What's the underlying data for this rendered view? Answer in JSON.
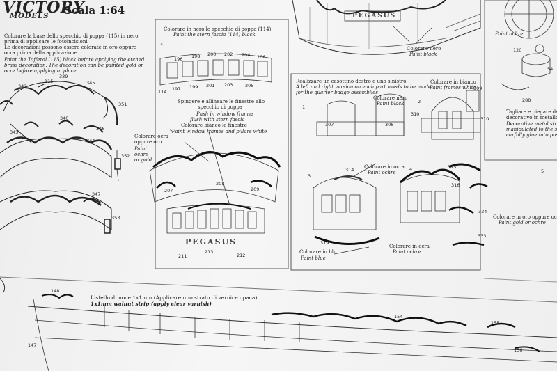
{
  "header": {
    "brand": "VICTORY",
    "brand_sub": "MODELS",
    "scale": "Scala 1:64"
  },
  "left_panel": {
    "instructions": [
      "Colorare la base dello specchio di poppa (115) in nero",
      "prima di applicare le fotoincisioni",
      "Le decorazioni possono essere colorate in oro oppure",
      "ocra prima della applicazione.",
      "Paint the Tafferal (115) black before applying the etched",
      "brass decoration. The decoration can be painted gold or",
      "ocre before applying in place."
    ],
    "numbers": [
      "115",
      "339",
      "342",
      "345",
      "351",
      "340",
      "343",
      "346",
      "344",
      "352",
      "347",
      "353"
    ]
  },
  "middle_panel": {
    "step4_num": "4",
    "step4_it": "Colorare in nero lo specchio di poppa (114)",
    "step4_en": "Paint the stern fascia (114) black",
    "window_numbers_top": [
      "196",
      "198",
      "200",
      "202",
      "204",
      "206"
    ],
    "window_numbers_bottom": [
      "114",
      "197",
      "199",
      "201",
      "203",
      "205"
    ],
    "push_it_1": "Spingere e allineare le finestre allo",
    "push_it_2": "specchio di poppa",
    "push_en_1": "Push in window frames",
    "push_en_2": "flush with stern fascia",
    "paint_white_it": "Colorare bianco le finestre",
    "paint_white_en": "Paint window frames and pillars white",
    "step5_num": "5",
    "ochre_it_1": "Colorare ocra",
    "ochre_it_2": "oppure oro",
    "ochre_en_1": "Paint",
    "ochre_en_2": "ochre",
    "ochre_en_3": "or gold",
    "arch_numbers": [
      "208",
      "207",
      "209"
    ],
    "nameplate": "PEGASUS",
    "nameplate_numbers": [
      "211",
      "213",
      "212"
    ]
  },
  "top_right": {
    "nameplate": "PEGASUS",
    "paint_black_it": "Colorare nero",
    "paint_black_en": "Paint black"
  },
  "right_panel": {
    "intro_it": "Realizzare un casottino destro e uno sinistro",
    "intro_en_1": "A left and right version on each part needs to be made",
    "intro_en_2": "for the quarter badge assemblies",
    "step1": "1",
    "black_it": "Colorare nero",
    "black_en": "Paint black",
    "step2": "2",
    "white_it": "Colorare in bianco",
    "white_en": "Paint frames white",
    "step3": "3",
    "step4": "4",
    "ochre_it": "Colorare in ocra",
    "ochre_en": "Paint ochre",
    "blue_it": "Colorare in blu",
    "blue_en": "Paint blue",
    "ochre2_it": "Colorare in ocra",
    "ochre2_en": "Paint ochre",
    "gold_it": "Colorare in oro oppure ocra",
    "gold_en": "Paint gold or ochre",
    "numbers": [
      "307",
      "308",
      "309",
      "310",
      "310",
      "314",
      "315",
      "316",
      "319",
      "334",
      "333"
    ]
  },
  "far_right": {
    "paint_ochre": "Paint ochre",
    "numbers": [
      "120",
      "54",
      "288",
      "5"
    ],
    "bend_it_1": "Tagliare e piegare delic",
    "bend_it_2": "decorativo in metallo e",
    "bend_en_1": "Decorative metal strip",
    "bend_en_2": "manipulated to the sh",
    "bend_en_3": "carfully glue into pos"
  },
  "bottom": {
    "strip_it": "Listello di noce 1x1mm (Applicare uno strato di vernice opaca)",
    "strip_en": "1x1mm walnut strip (apply clear varnish)",
    "numbers": [
      "148",
      "147",
      "154",
      "155",
      "156"
    ]
  }
}
